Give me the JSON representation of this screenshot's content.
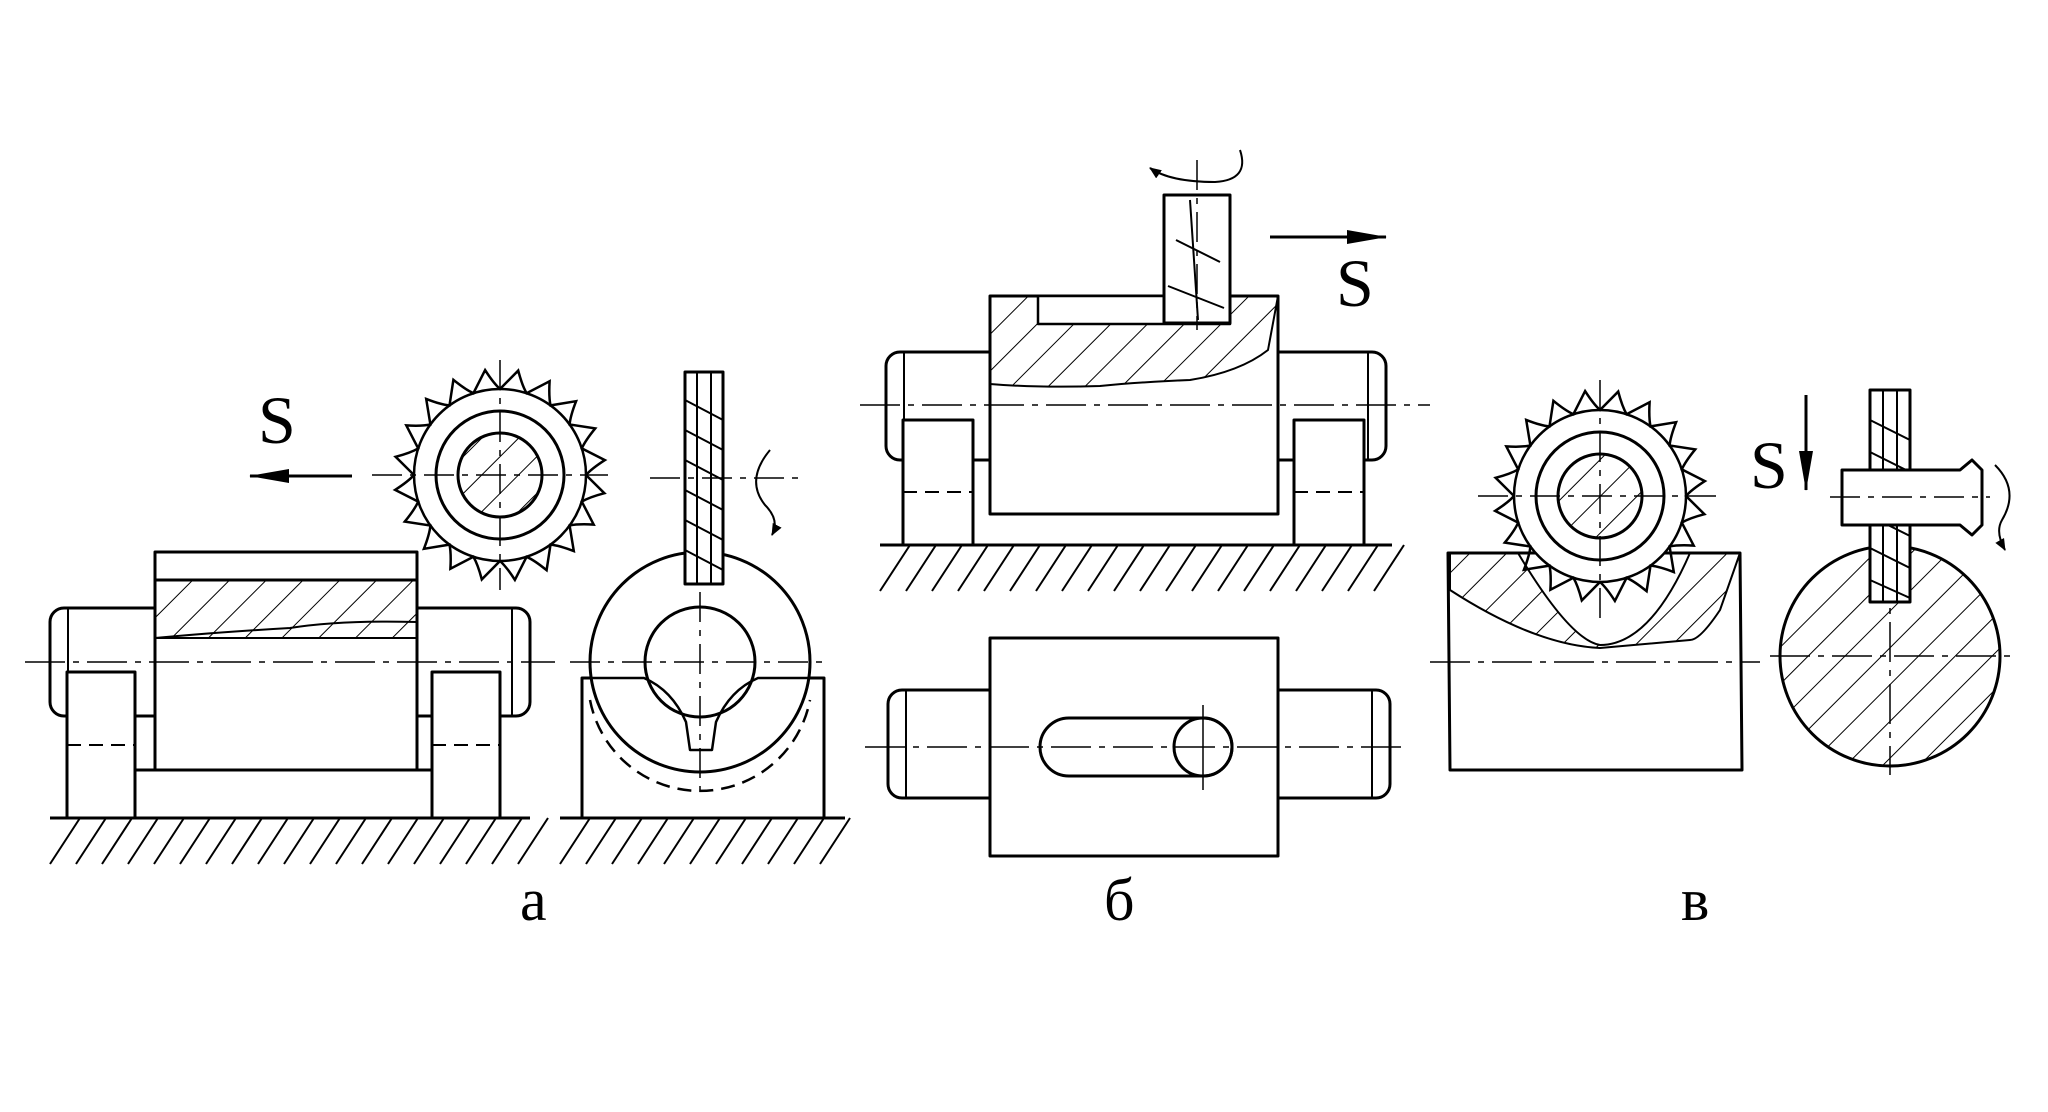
{
  "labels": {
    "feed_a": "S",
    "feed_b": "S",
    "feed_c": "S",
    "caption_a": "а",
    "caption_b": "б",
    "caption_c": "в"
  },
  "colors": {
    "stroke": "#000000",
    "background": "#ffffff"
  }
}
